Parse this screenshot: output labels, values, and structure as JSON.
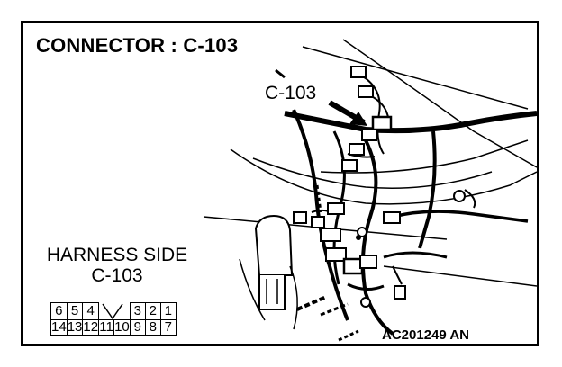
{
  "title": "CONNECTOR : C-103",
  "callout_label": "C-103",
  "harness": {
    "line1": "HARNESS SIDE",
    "line2": "C-103"
  },
  "pins": {
    "top_row": [
      "6",
      "5",
      "4",
      "",
      "3",
      "2",
      "1"
    ],
    "bottom_row": [
      "14",
      "13",
      "12",
      "11",
      "10",
      "9",
      "8",
      "7"
    ]
  },
  "reference_code": "AC201249 AN"
}
